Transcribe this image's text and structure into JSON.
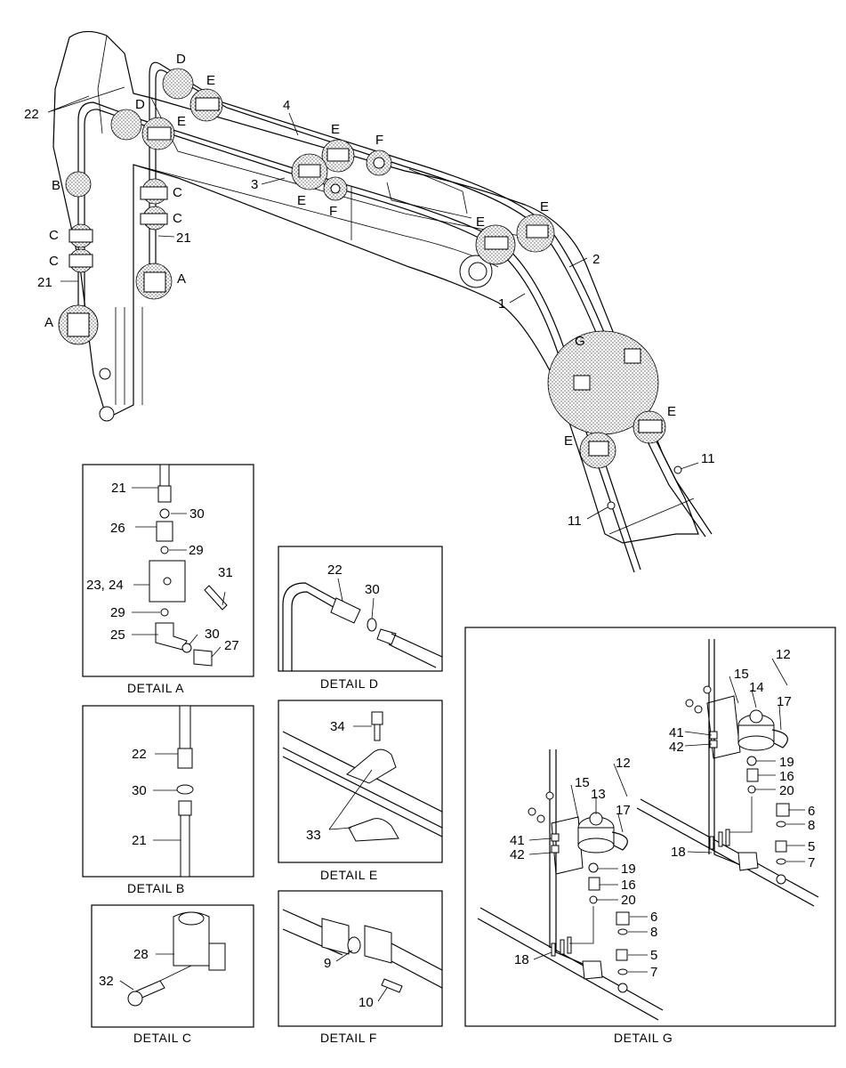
{
  "main": {
    "labels": {
      "22": "22",
      "D1": "D",
      "D2": "D",
      "E1": "E",
      "E2": "E",
      "E3": "E",
      "E4": "E",
      "E5": "E",
      "E6": "E",
      "E7": "E",
      "E8": "E",
      "F1": "F",
      "F2": "F",
      "n4": "4",
      "n3": "3",
      "n2": "2",
      "n1": "1",
      "B": "B",
      "C1": "C",
      "C2": "C",
      "C3": "C",
      "C4": "C",
      "n21a": "21",
      "n21b": "21",
      "A1": "A",
      "A2": "A",
      "G": "G",
      "n11a": "11",
      "n11b": "11"
    }
  },
  "details": {
    "A": {
      "caption": "DETAIL  A",
      "labels": {
        "21": "21",
        "30a": "30",
        "26": "26",
        "29a": "29",
        "2324": "23, 24",
        "31": "31",
        "29b": "29",
        "25": "25",
        "30b": "30",
        "27": "27"
      }
    },
    "B": {
      "caption": "DETAIL  B",
      "labels": {
        "22": "22",
        "30": "30",
        "21": "21"
      }
    },
    "C": {
      "caption": "DETAIL  C",
      "labels": {
        "28": "28",
        "32": "32"
      }
    },
    "D": {
      "caption": "DETAIL  D",
      "labels": {
        "22": "22",
        "30": "30"
      }
    },
    "E": {
      "caption": "DETAIL  E",
      "labels": {
        "34": "34",
        "33": "33"
      }
    },
    "F": {
      "caption": "DETAIL  F",
      "labels": {
        "9": "9",
        "10": "10"
      }
    },
    "G": {
      "caption": "DETAIL  G",
      "labels": {
        "12a": "12",
        "15a": "15",
        "14": "14",
        "17a": "17",
        "41a": "41",
        "42a": "42",
        "19a": "19",
        "16a": "16",
        "20a": "20",
        "6a": "6",
        "8a": "8",
        "18a": "18",
        "5a": "5",
        "7a": "7",
        "12b": "12",
        "15b": "15",
        "13": "13",
        "17b": "17",
        "41b": "41",
        "42b": "42",
        "19b": "19",
        "16b": "16",
        "20b": "20",
        "6b": "6",
        "8b": "8",
        "18b": "18",
        "5b": "5",
        "7b": "7"
      }
    }
  }
}
